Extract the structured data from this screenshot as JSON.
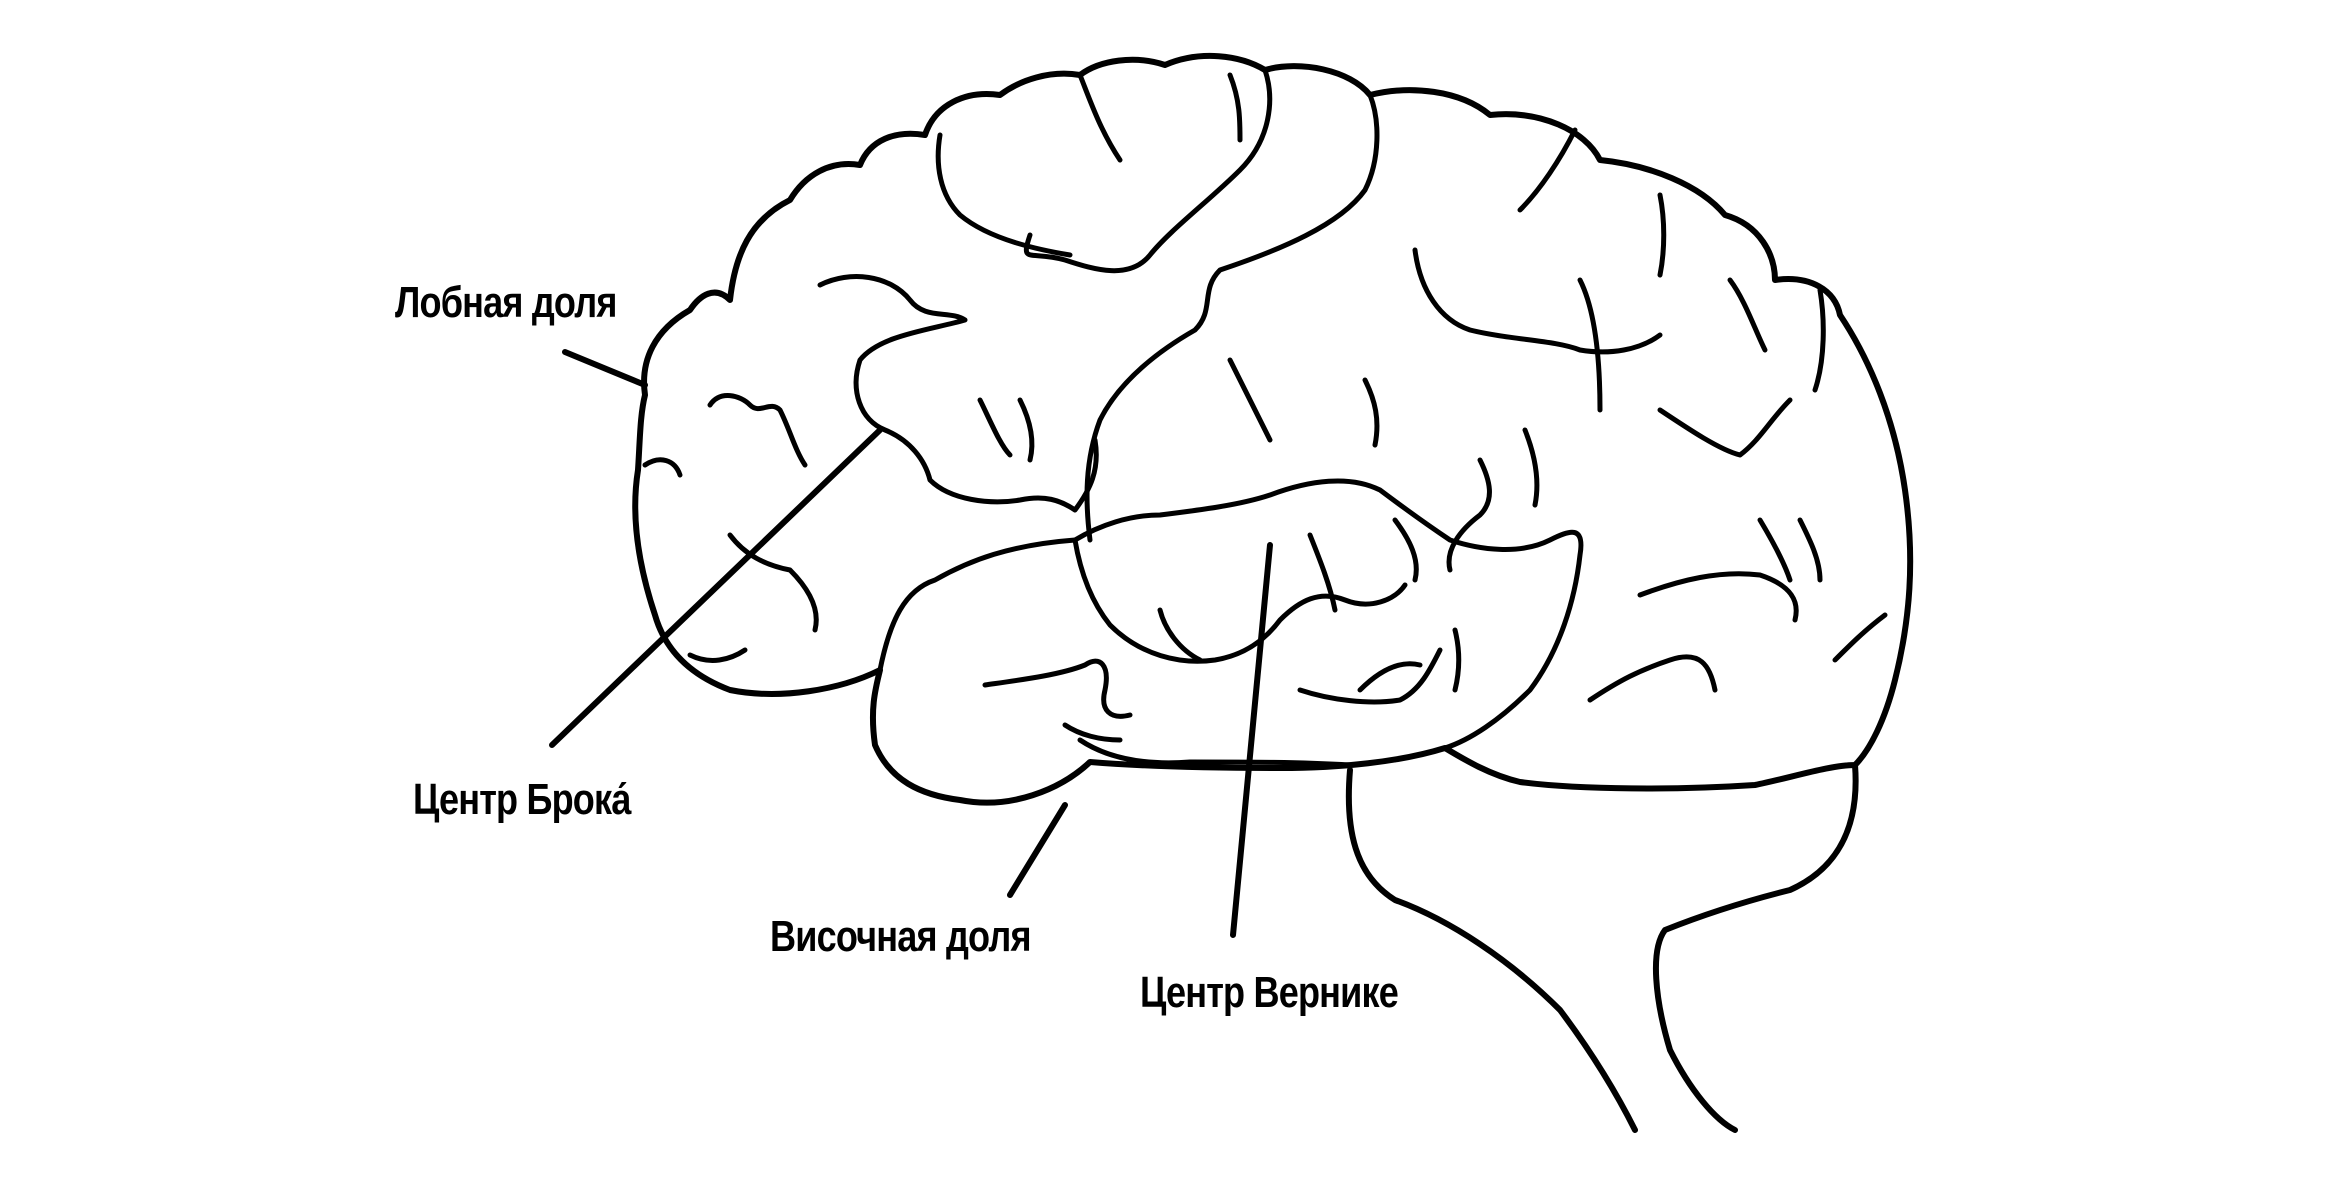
{
  "labels": {
    "frontal_lobe": "Лобная доля",
    "broca_center": "Центр Брока́",
    "temporal_lobe": "Височная доля",
    "wernicke_center": "Центр Вернике"
  },
  "colors": {
    "line": "#000000",
    "background": "#ffffff"
  }
}
